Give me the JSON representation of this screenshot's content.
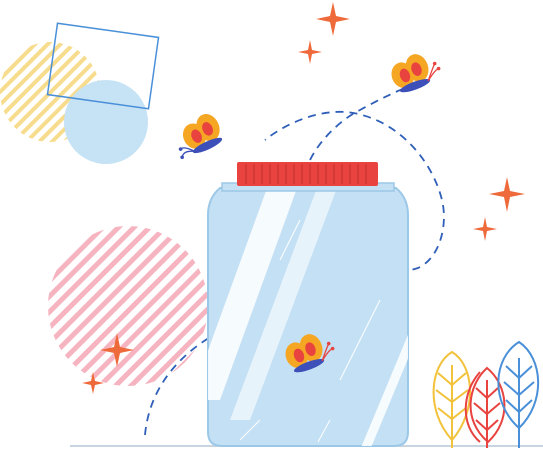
{
  "illustration": {
    "subject": "butterflies-escaping-jar",
    "colors": {
      "jar_glass": "#c4e0f4",
      "jar_outline": "#9cc8e8",
      "jar_lid": "#e8433f",
      "butterfly_wing": "#f5a623",
      "butterfly_wing_inner": "#e8433f",
      "butterfly_body": "#3d4fb8",
      "path_dash": "#2f5fb8",
      "sparkle": "#ef6a3a",
      "stripe_yellow": "#f6dc8c",
      "stripe_pink": "#f6b3c0",
      "circle_blue": "#c6e2f5",
      "square_outline": "#4a90d9",
      "leaf_yellow": "#f2c23a",
      "leaf_red": "#e8433f",
      "leaf_blue": "#4a90d9",
      "ground": "#c8d4e0"
    },
    "butterfly_count": 3,
    "sparkle_count": 6,
    "plant_count": 3
  }
}
